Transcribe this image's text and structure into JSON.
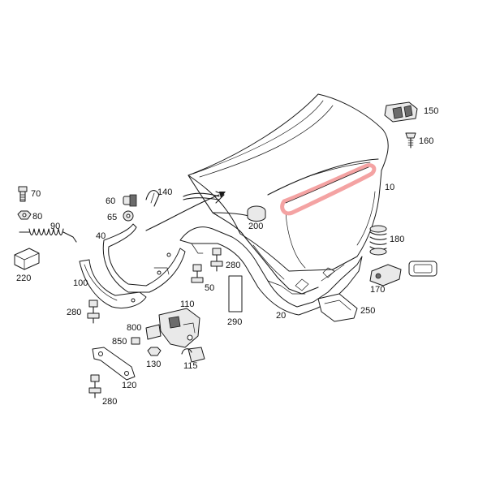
{
  "diagram": {
    "highlight_color": "#f4a3a3",
    "labels": {
      "p10": "10",
      "p20": "20",
      "p40": "40",
      "p50": "50",
      "p60": "60",
      "p65": "65",
      "p70": "70",
      "p80": "80",
      "p90": "90",
      "p100": "100",
      "p110": "110",
      "p115": "115",
      "p120": "120",
      "p130": "130",
      "p140": "140",
      "p150": "150",
      "p160": "160",
      "p170": "170",
      "p180": "180",
      "p200": "200",
      "p220": "220",
      "p250": "250",
      "p280a": "280",
      "p280b": "280",
      "p280c": "280",
      "p290": "290",
      "p800": "800",
      "p850": "850"
    }
  }
}
